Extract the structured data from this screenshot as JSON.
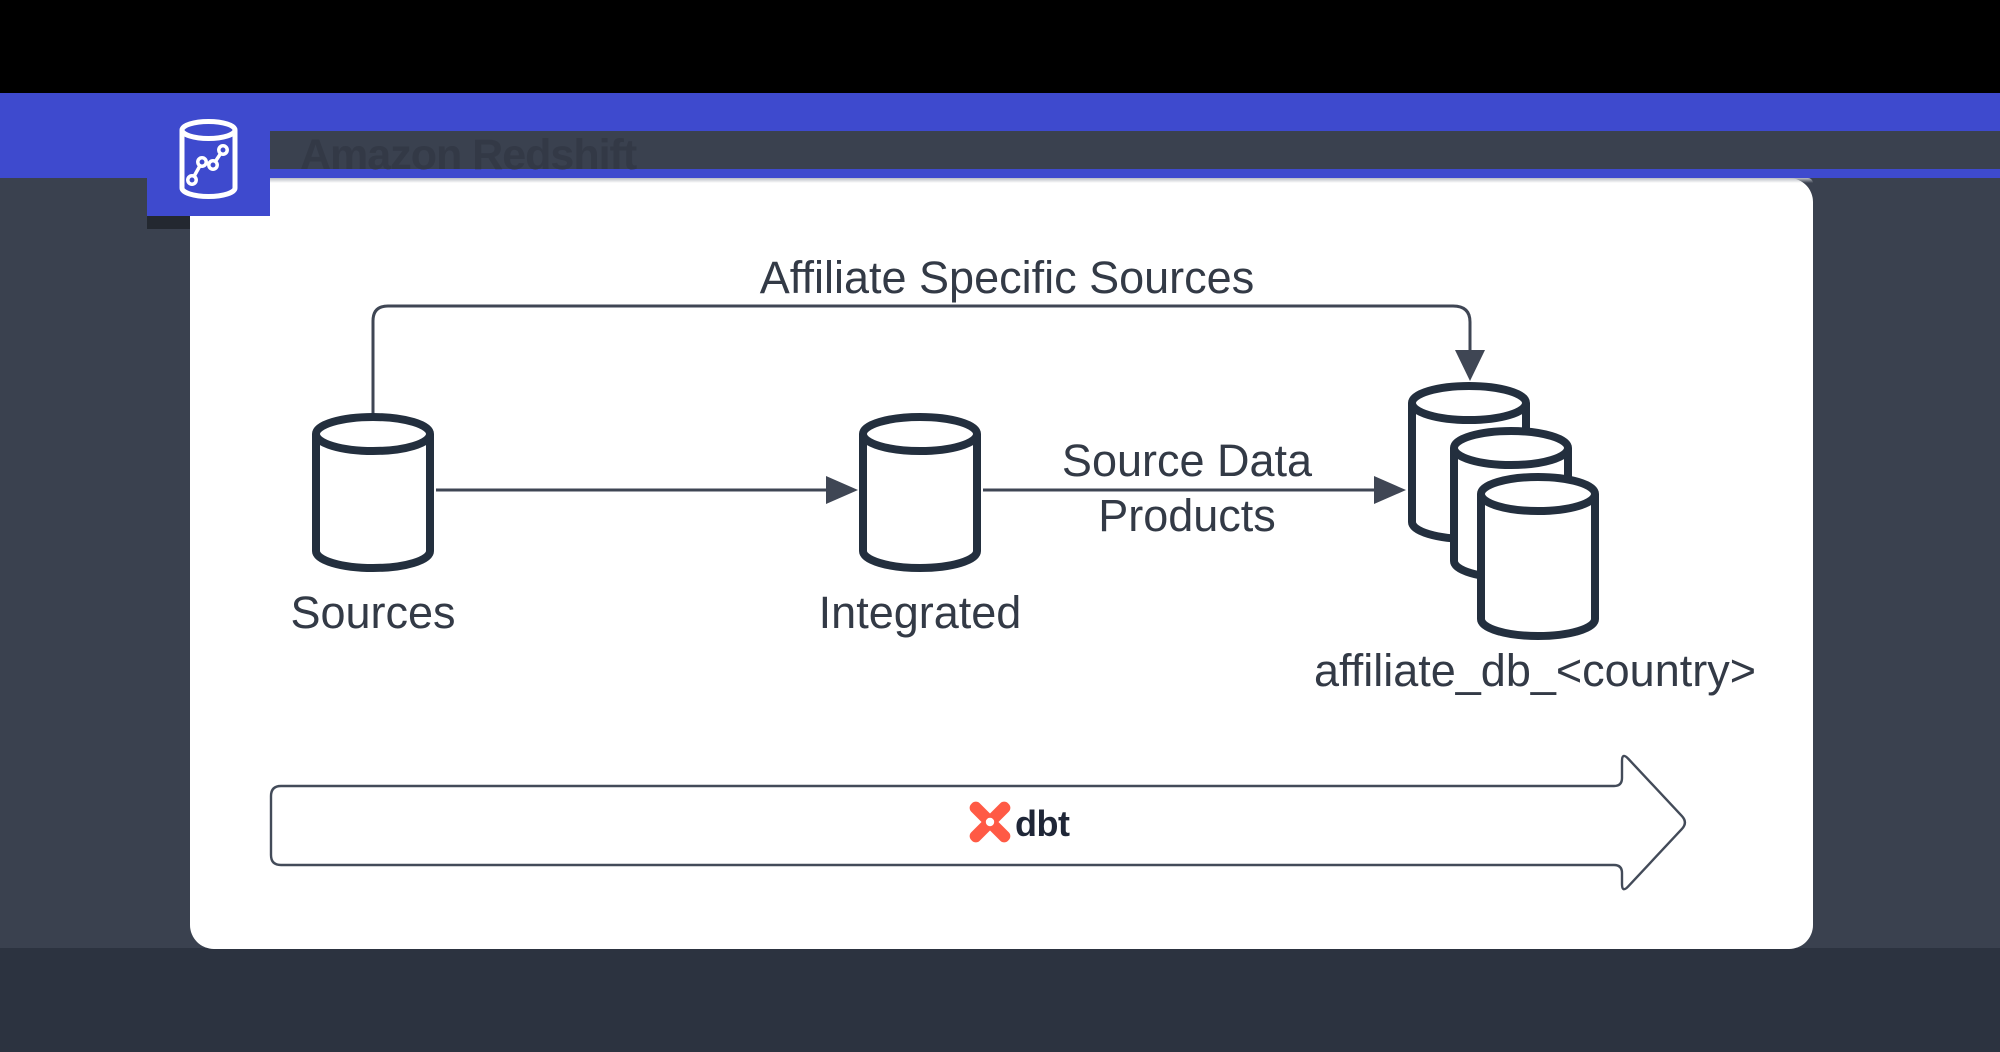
{
  "header": {
    "title": "Amazon Redshift",
    "icon": "redshift-database-icon",
    "band_color": "#3e4ace"
  },
  "diagram": {
    "connector_top_label": "Affiliate Specific Sources",
    "nodes": [
      {
        "id": "sources",
        "label": "Sources",
        "shape": "cylinder"
      },
      {
        "id": "integrated",
        "label": "Integrated",
        "shape": "cylinder"
      },
      {
        "id": "affiliate_db",
        "label": "affiliate_db_<country>",
        "shape": "cylinder-stack"
      }
    ],
    "edges": [
      {
        "from": "sources",
        "to": "integrated",
        "label": ""
      },
      {
        "from": "integrated",
        "to": "affiliate_db",
        "label_line1": "Source Data",
        "label_line2": "Products"
      },
      {
        "from": "sources",
        "to": "affiliate_db",
        "label": "Affiliate Specific Sources"
      }
    ],
    "edge_label_line1": "Source Data",
    "edge_label_line2": "Products",
    "bottom_arrow": {
      "label": "dbt",
      "logo": "dbt-logo-icon",
      "logo_color": "#ff5a45"
    },
    "colors": {
      "stroke_dark": "#232f3e",
      "line": "#3f4654",
      "text": "#333a46",
      "background_navy": "#3a414f",
      "footer_navy": "#2c3340",
      "accent_blue": "#3e4ace"
    }
  }
}
